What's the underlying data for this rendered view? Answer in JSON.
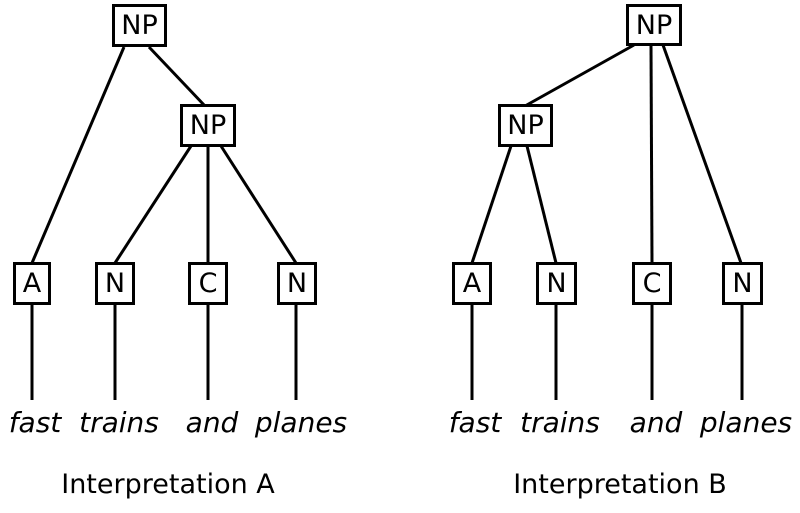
{
  "trees": [
    {
      "caption": "Interpretation A",
      "root": "NP",
      "inner": "NP",
      "leaves": [
        {
          "label": "A",
          "word": "fast"
        },
        {
          "label": "N",
          "word": "trains"
        },
        {
          "label": "C",
          "word": "and"
        },
        {
          "label": "N",
          "word": "planes"
        }
      ]
    },
    {
      "caption": "Interpretation B",
      "root": "NP",
      "inner": "NP",
      "leaves": [
        {
          "label": "A",
          "word": "fast"
        },
        {
          "label": "N",
          "word": "trains"
        },
        {
          "label": "C",
          "word": "and"
        },
        {
          "label": "N",
          "word": "planes"
        }
      ]
    }
  ],
  "colors": {
    "line": "#000000",
    "text": "#000000",
    "background": "#ffffff"
  }
}
